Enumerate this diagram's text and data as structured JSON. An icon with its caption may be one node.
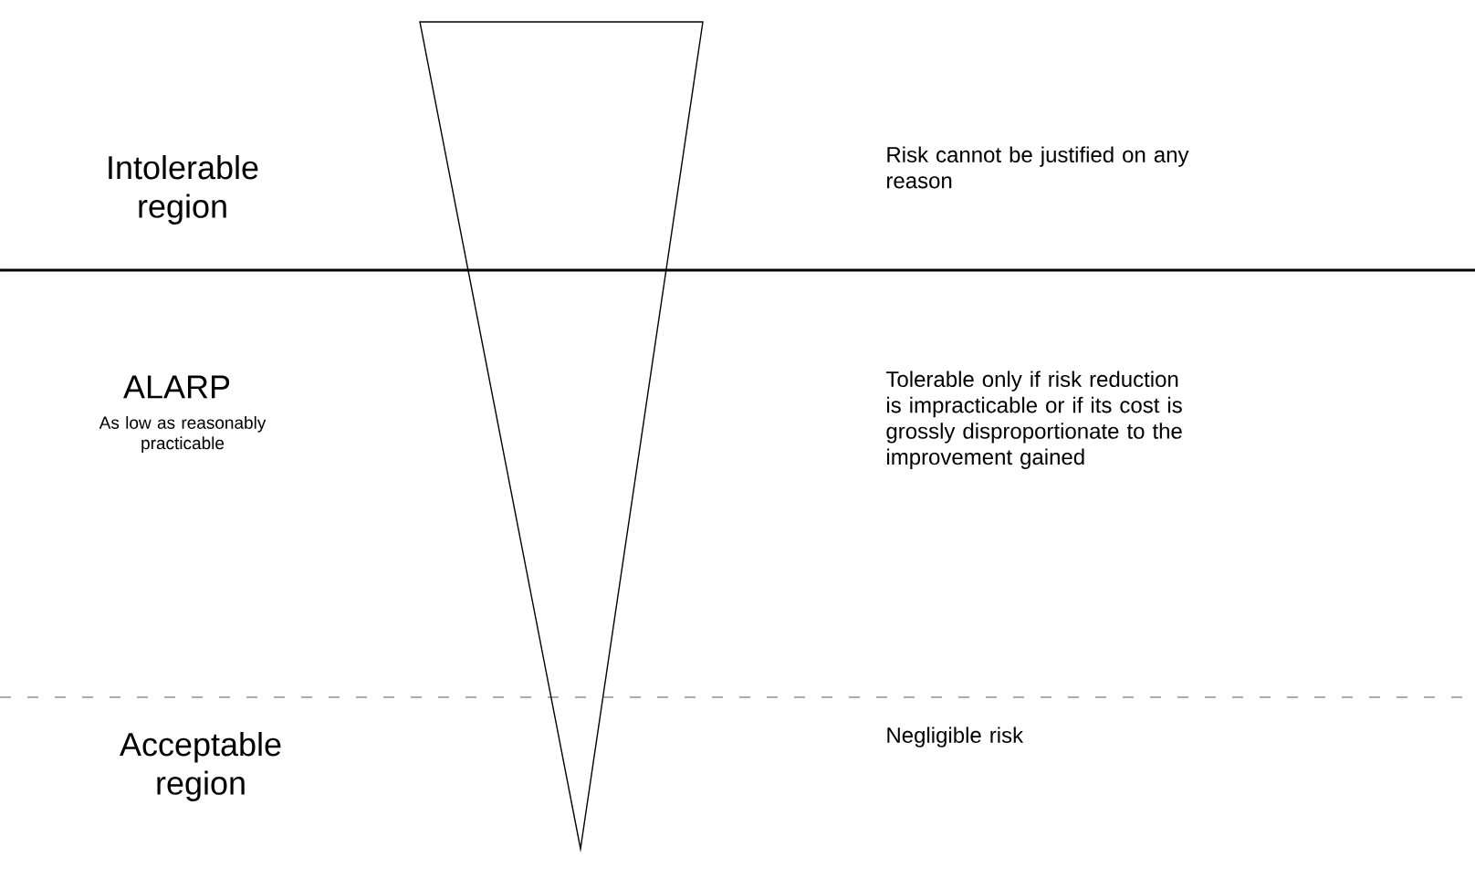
{
  "diagram": {
    "labels": [
      "Intolerable region",
      "Risk cannot be justified on any reason",
      "ALARP",
      "As low as reasonably practicable",
      "Tolerable only if risk reduction is impracticable or if its cost is grossly disproportionate to the improvement gained",
      "Acceptable region",
      "Negligible risk"
    ]
  }
}
